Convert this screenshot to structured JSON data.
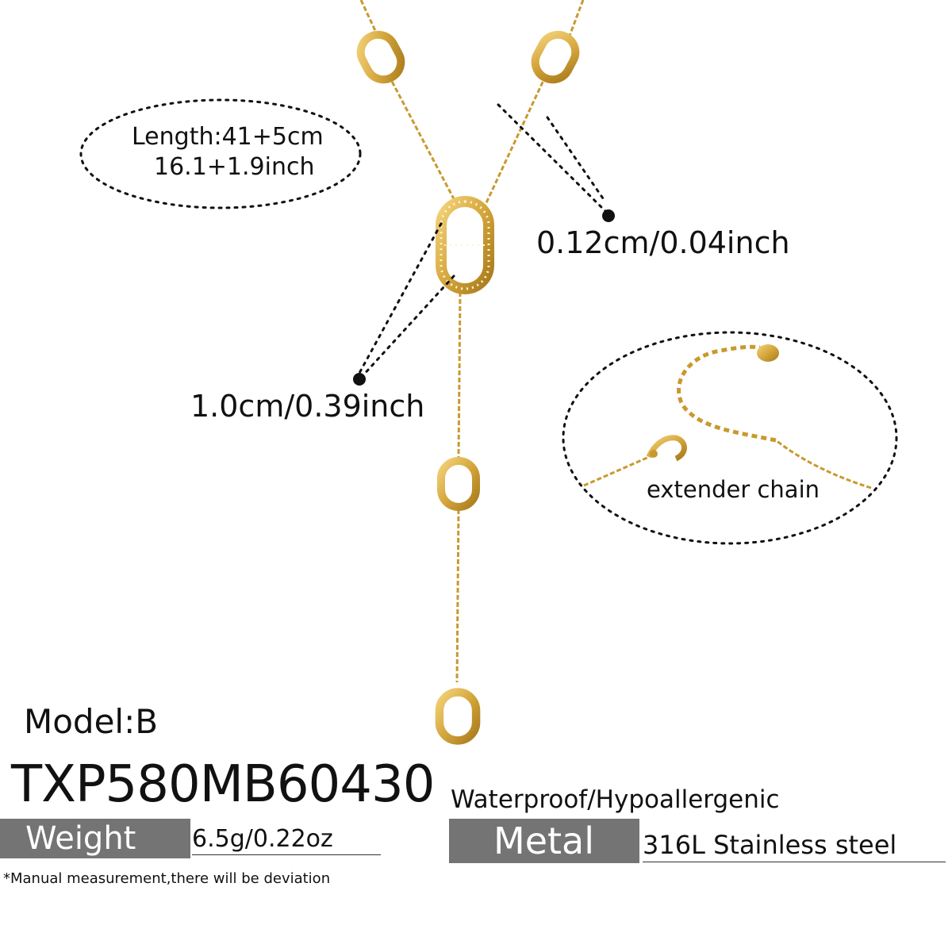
{
  "length_cm": "Length:41+5cm",
  "length_inch": "16.1+1.9inch",
  "thickness": "0.12cm/0.04inch",
  "pendant_size": "1.0cm/0.39inch",
  "extender_label": "extender chain",
  "model": "Model:B",
  "sku": "TXP580MB60430",
  "features": "Waterproof/Hypoallergenic",
  "weight_label": "Weight",
  "weight_value": "6.5g/0.22oz",
  "metal_label": "Metal",
  "metal_value": "316L Stainless steel",
  "note": "*Manual measurement,there will be deviation",
  "colors": {
    "gold": "#d4a63c",
    "gold_dark": "#a87a1c",
    "badge_gray": "#747474"
  }
}
